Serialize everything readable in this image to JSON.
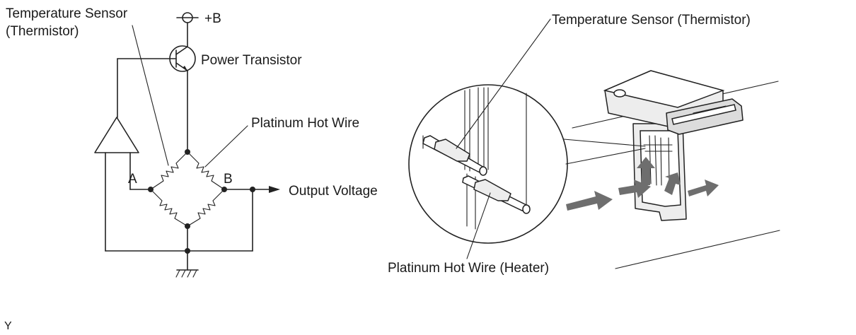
{
  "circuit": {
    "labels": {
      "temp_sensor_line1": "Temperature Sensor",
      "temp_sensor_line2": "(Thermistor)",
      "plus_b": "+B",
      "power_transistor": "Power Transistor",
      "platinum_hot_wire": "Platinum Hot Wire",
      "node_a": "A",
      "node_b": "B",
      "output_voltage": "Output Voltage"
    }
  },
  "sensor_illustration": {
    "labels": {
      "temp_sensor": "Temperature Sensor (Thermistor)",
      "platinum_heater": "Platinum Hot Wire (Heater)"
    }
  },
  "footer": {
    "mark": "Y"
  },
  "colors": {
    "line": "#222222",
    "airflow_arrow": "#6e6e6e",
    "background": "#ffffff"
  }
}
